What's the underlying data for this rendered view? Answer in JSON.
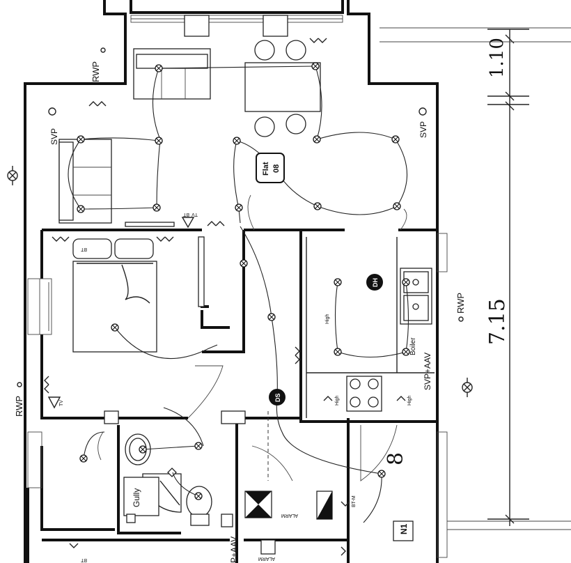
{
  "rwp_label": "RWP",
  "svp_label": "SVP",
  "svp_aav_label": "SVP+AAV",
  "svp_aav_bottom_label": "P+AAV",
  "flat_badge": [
    "Flat",
    "08"
  ],
  "dh_label": "DH",
  "ds_label": "DS",
  "high_label": "High",
  "boiler_label": "Boiler",
  "gully_label": "Gully",
  "alarm_label": "ALARM",
  "bt_label": "BT",
  "tv_label": "TV",
  "btm_label": "BT-M",
  "room_number": "8",
  "n1_label": "N1",
  "dim_small": "1.10",
  "dim_large": "7.15"
}
